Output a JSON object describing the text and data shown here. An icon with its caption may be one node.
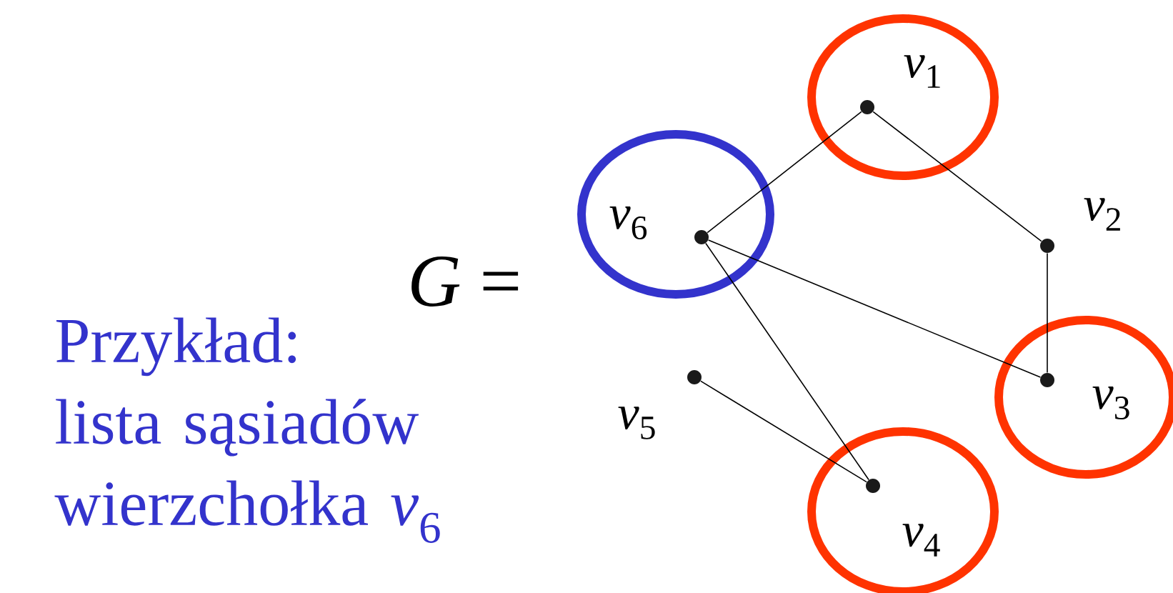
{
  "diagram": {
    "nodes": [
      {
        "text": [],
        "shape": "circle",
        "beside": [
          "*v*$_{1}$"
        ]
      },
      {
        "text": [],
        "shape": "circle",
        "beside": [
          "*v*$_{2}$"
        ]
      },
      {
        "text": [],
        "shape": "circle",
        "beside": [
          "*v*$_{3}$"
        ]
      },
      {
        "text": [],
        "shape": "circle",
        "beside": [
          "*v*$_{4}$"
        ]
      },
      {
        "text": [],
        "shape": "circle",
        "beside": [
          "*v*$_{5}$"
        ]
      },
      {
        "text": [],
        "shape": "circle",
        "beside": [
          "*v*$_{6}$"
        ]
      }
    ],
    "edges": [
      {
        "from": 5,
        "to": 0,
        "arrow": "none"
      },
      {
        "from": 0,
        "to": 1,
        "arrow": "none"
      },
      {
        "from": 1,
        "to": 2,
        "arrow": "none"
      },
      {
        "from": 5,
        "to": 2,
        "arrow": "none"
      },
      {
        "from": 5,
        "to": 3,
        "arrow": "none"
      },
      {
        "from": 4,
        "to": 3,
        "arrow": "none"
      }
    ],
    "labels": [
      "*G* =",
      "Przykład: lista sąsiadów wierzchołka *v*$_{6}$"
    ]
  }
}
